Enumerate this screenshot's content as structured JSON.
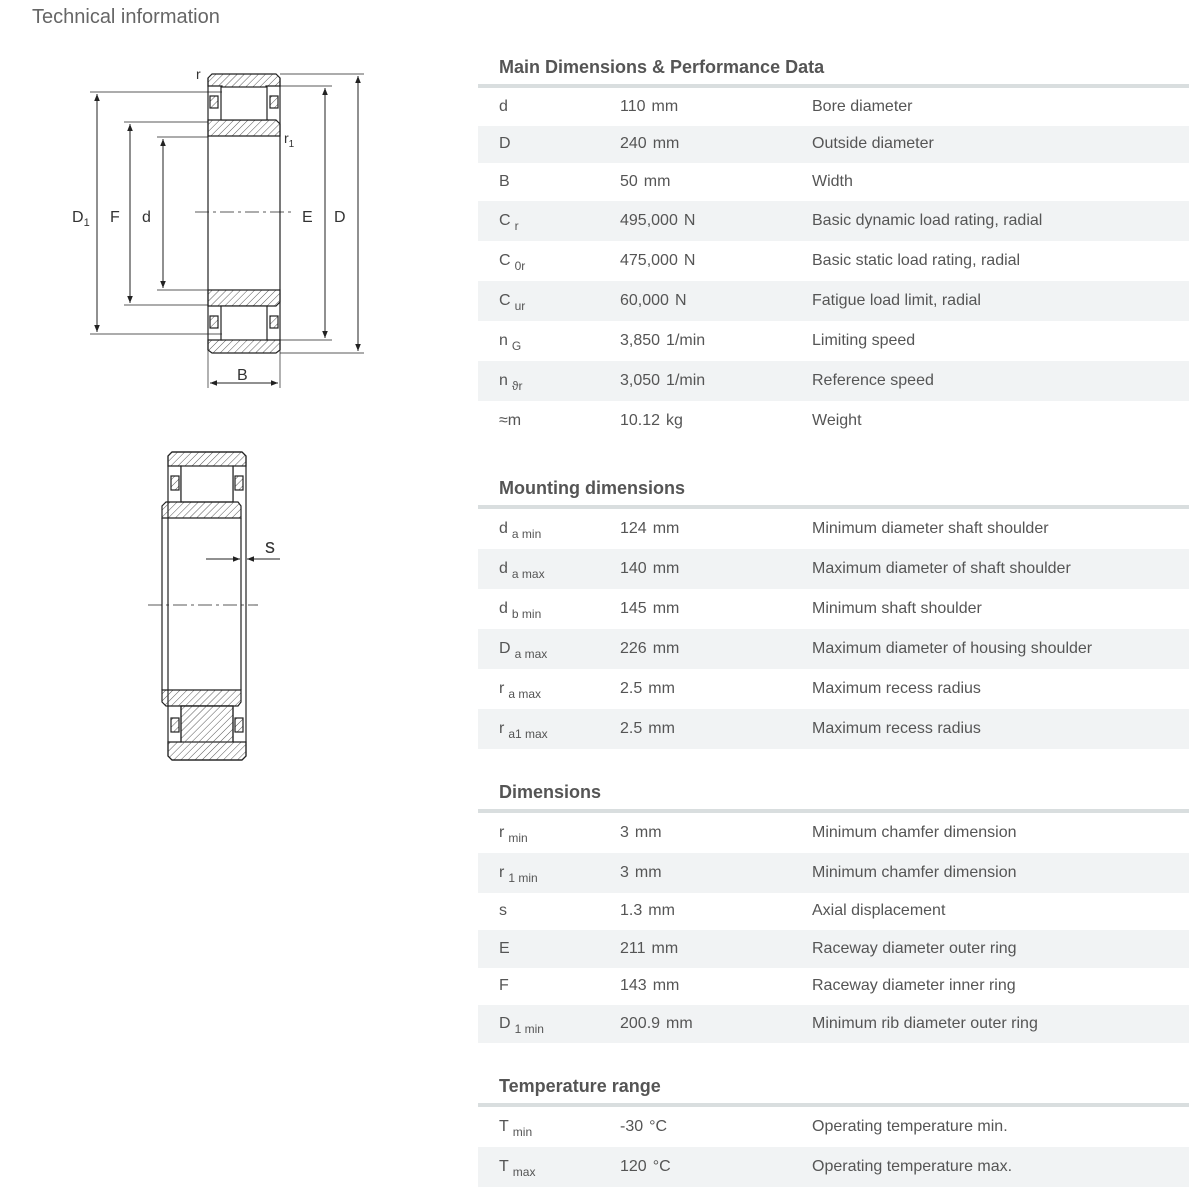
{
  "page_title": "Technical information",
  "drawing_labels": {
    "r": "r",
    "r1_base": "r",
    "r1_sub": "1",
    "D1_base": "D",
    "D1_sub": "1",
    "F": "F",
    "d": "d",
    "E": "E",
    "D": "D",
    "B": "B",
    "s": "s"
  },
  "sections": [
    {
      "title": "Main Dimensions & Performance Data",
      "rows": [
        {
          "sym": "d",
          "sub": "",
          "value": "110",
          "unit": "mm",
          "desc": "Bore diameter"
        },
        {
          "sym": "D",
          "sub": "",
          "value": "240",
          "unit": "mm",
          "desc": "Outside diameter"
        },
        {
          "sym": "B",
          "sub": "",
          "value": "50",
          "unit": "mm",
          "desc": "Width"
        },
        {
          "sym": "C",
          "sub": "r",
          "value": "495,000",
          "unit": "N",
          "desc": "Basic dynamic load rating, radial"
        },
        {
          "sym": "C",
          "sub": "0r",
          "value": "475,000",
          "unit": "N",
          "desc": "Basic static load rating, radial"
        },
        {
          "sym": "C",
          "sub": "ur",
          "value": "60,000",
          "unit": "N",
          "desc": "Fatigue load limit, radial"
        },
        {
          "sym": "n",
          "sub": "G",
          "value": "3,850",
          "unit": "1/min",
          "desc": "Limiting speed"
        },
        {
          "sym": "n",
          "sub": "ϑr",
          "value": "3,050",
          "unit": "1/min",
          "desc": "Reference speed"
        },
        {
          "sym": "≈m",
          "sub": "",
          "value": "10.12",
          "unit": "kg",
          "desc": "Weight"
        }
      ]
    },
    {
      "title": "Mounting dimensions",
      "rows": [
        {
          "sym": "d",
          "sub": "a min",
          "value": "124",
          "unit": "mm",
          "desc": "Minimum diameter shaft shoulder"
        },
        {
          "sym": "d",
          "sub": "a max",
          "value": "140",
          "unit": "mm",
          "desc": "Maximum diameter of shaft shoulder"
        },
        {
          "sym": "d",
          "sub": "b min",
          "value": "145",
          "unit": "mm",
          "desc": "Minimum shaft shoulder"
        },
        {
          "sym": "D",
          "sub": "a max",
          "value": "226",
          "unit": "mm",
          "desc": "Maximum diameter of housing shoulder"
        },
        {
          "sym": "r",
          "sub": "a max",
          "value": "2.5",
          "unit": "mm",
          "desc": "Maximum recess radius"
        },
        {
          "sym": "r",
          "sub": "a1 max",
          "value": "2.5",
          "unit": "mm",
          "desc": "Maximum recess radius"
        }
      ]
    },
    {
      "title": "Dimensions",
      "rows": [
        {
          "sym": "r",
          "sub": "min",
          "value": "3",
          "unit": "mm",
          "desc": "Minimum chamfer dimension"
        },
        {
          "sym": "r",
          "sub": "1 min",
          "value": "3",
          "unit": "mm",
          "desc": "Minimum chamfer dimension"
        },
        {
          "sym": "s",
          "sub": "",
          "value": "1.3",
          "unit": "mm",
          "desc": "Axial displacement"
        },
        {
          "sym": "E",
          "sub": "",
          "value": "211",
          "unit": "mm",
          "desc": "Raceway diameter outer ring"
        },
        {
          "sym": "F",
          "sub": "",
          "value": "143",
          "unit": "mm",
          "desc": "Raceway diameter inner ring"
        },
        {
          "sym": "D",
          "sub": "1 min",
          "value": "200.9",
          "unit": "mm",
          "desc": "Minimum rib diameter outer ring"
        }
      ]
    },
    {
      "title": "Temperature range",
      "rows": [
        {
          "sym": "T",
          "sub": "min",
          "value": "-30",
          "unit": "°C",
          "desc": "Operating temperature min."
        },
        {
          "sym": "T",
          "sub": "max",
          "value": "120",
          "unit": "°C",
          "desc": "Operating temperature max."
        }
      ]
    }
  ]
}
